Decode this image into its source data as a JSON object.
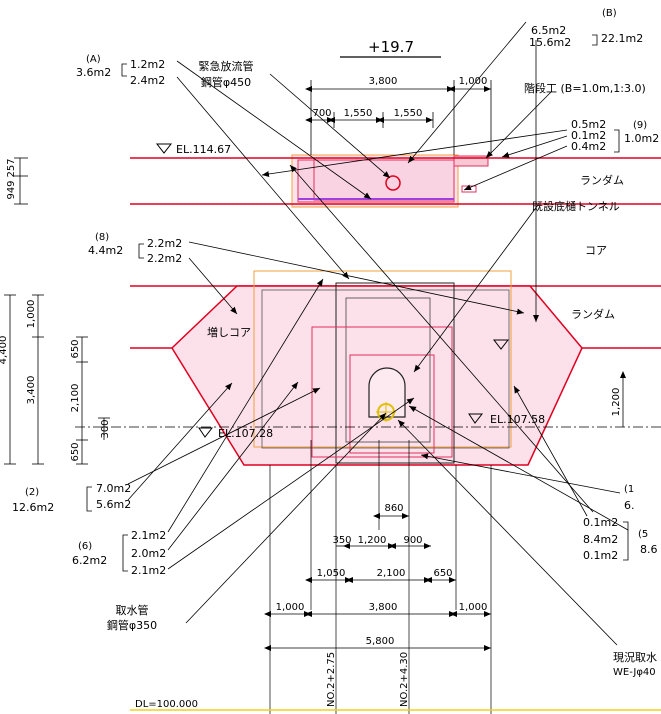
{
  "title": "+19.7",
  "elevations": {
    "el_top": "EL.114.67",
    "el_left": "EL.107.28",
    "el_right": "EL.107.58",
    "datum": "DL=100.000"
  },
  "labels": {
    "emergency_pipe_1": "緊急放流管",
    "emergency_pipe_2": "鋼管φ450",
    "stairs": "階段工 (B=1.0m,1:3.0)",
    "random_top": "ランダム",
    "random_right": "ランダム",
    "core": "コア",
    "tunnel": "既設底樋トンネル",
    "extra_core": "増しコア",
    "intake_1": "取水管",
    "intake_2": "鋼管φ350",
    "existing_1": "現況取水",
    "existing_2": "WE-Jφ40",
    "station_1": "NO.2+2.75",
    "station_2": "NO.2+4.30"
  },
  "dims": {
    "top_3800": "3,800",
    "top_1000": "1,000",
    "d700": "700",
    "d1550a": "1,550",
    "d1550b": "1,550",
    "v257": "257",
    "v949": "949",
    "v1000": "1,000",
    "v4400": "4,400",
    "v3400": "3,400",
    "v650a": "650",
    "v2100": "2,100",
    "v300": "300",
    "v650b": "650",
    "v1200": "1,200",
    "b860": "860",
    "b350": "350",
    "b1200": "1,200",
    "b900": "900",
    "b1050": "1,050",
    "b2100": "2,100",
    "b650": "650",
    "c1000a": "1,000",
    "c3800": "3,800",
    "c1000b": "1,000",
    "c5800": "5,800"
  },
  "areas": {
    "B_tag": "(B)",
    "B_1": "6.5m2",
    "B_2": "15.6m2",
    "B_total": "22.1m2",
    "A_tag": "(A)",
    "A_total": "3.6m2",
    "A_1": "1.2m2",
    "A_2": "2.4m2",
    "g9_tag": "(9)",
    "g9_1": "0.5m2",
    "g9_2": "0.1m2",
    "g9_3": "0.4m2",
    "g9_total": "1.0m2",
    "g8_tag": "(8)",
    "g8_total": "4.4m2",
    "g8_1": "2.2m2",
    "g8_2": "2.2m2",
    "g2_tag": "(2)",
    "g2_total": "12.6m2",
    "g2_1": "7.0m2",
    "g2_2": "5.6m2",
    "g6_tag": "(6)",
    "g6_total": "6.2m2",
    "g6_1": "2.1m2",
    "g6_2": "2.0m2",
    "g6_3": "2.1m2",
    "g1_tag": "(1",
    "g1_total": "6.",
    "g5_tag": "(5",
    "g5_1": "0.1m2",
    "g5_2": "8.4m2",
    "g5_3": "0.1m2",
    "g5_total": "8.6"
  }
}
